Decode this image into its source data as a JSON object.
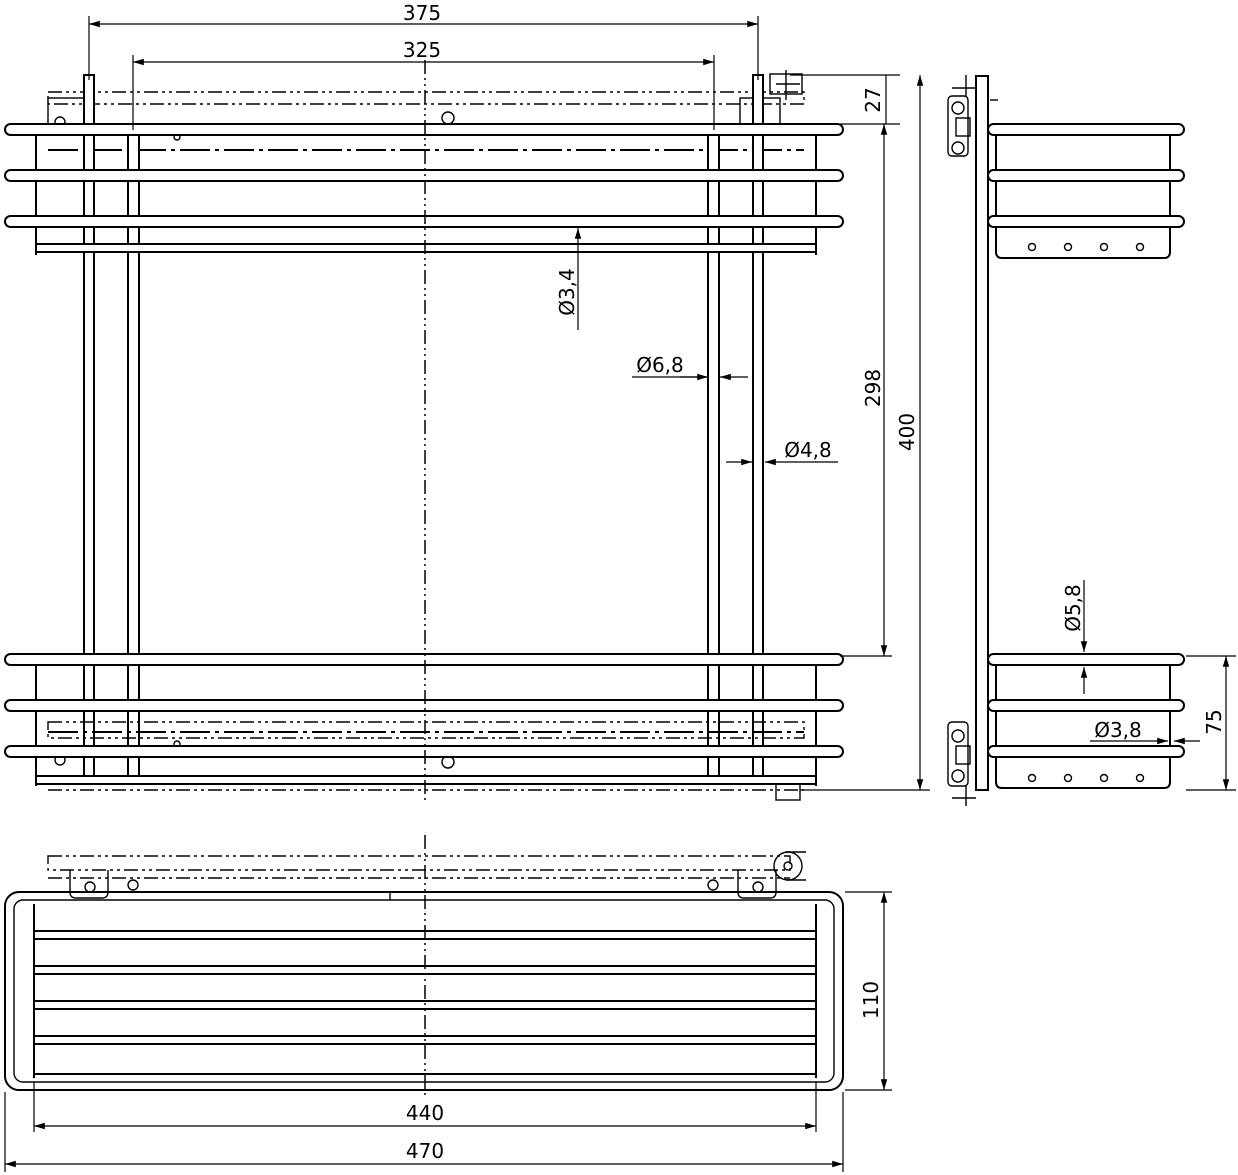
{
  "dimensions": {
    "width_375": "375",
    "width_325": "325",
    "height_27": "27",
    "height_298": "298",
    "height_400": "400",
    "dia_3_4": "Ø3,4",
    "dia_6_8": "Ø6,8",
    "dia_4_8": "Ø4,8",
    "dia_5_8": "Ø5,8",
    "dia_3_8": "Ø3,8",
    "height_75": "75",
    "depth_110": "110",
    "width_440": "440",
    "width_470": "470"
  }
}
